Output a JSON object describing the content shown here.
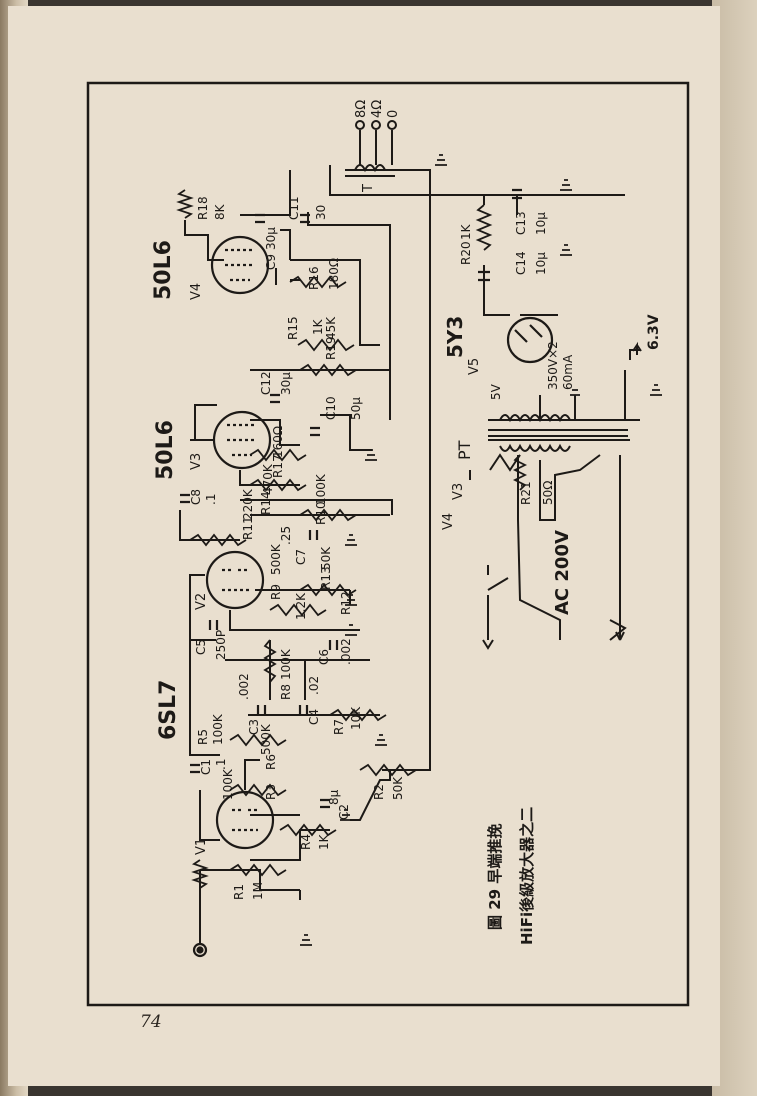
{
  "page": {
    "number": "74"
  },
  "caption": {
    "figure": "圖 29 早端推挽",
    "title": "HiFi後級放大器之二"
  },
  "tubes": {
    "v1": "V1",
    "v2": "V2",
    "v3": "V3",
    "v4": "V4",
    "v5": "V5",
    "type_6sl7": "6SL7",
    "type_50l6_a": "50L6",
    "type_50l6_b": "50L6",
    "type_5y3": "5Y3"
  },
  "output": {
    "t": "T",
    "tap_8": "8Ω",
    "tap_4": "4Ω",
    "tap_0": "0"
  },
  "components": {
    "r1": "R1",
    "r1_val": "1M",
    "r2": "R2",
    "r2_val": "50K",
    "r3": "R3",
    "r3_val": "100K",
    "r4": "R4",
    "r4_val": "1K",
    "r5": "R5",
    "r5_val": "100K",
    "r6": "R6",
    "r6_val": "500K",
    "r7": "R7",
    "r7_val": "10K",
    "r8": "R8",
    "r8_val": "100K",
    "r9": "R9",
    "r9_val": "500K",
    "r10": "R10",
    "r10_val": "100K",
    "r11": "R11",
    "r11_val": "220K",
    "r12": "R12",
    "r12_val": "1.2K",
    "r13": "R13",
    "r13_val": "50K",
    "r14": "R14",
    "r14_val": "470K",
    "r15": "R15",
    "r15_val": "1K",
    "r16": "R16",
    "r16_val": "180Ω",
    "r17": "R17",
    "r17_val": "160Ω",
    "r18": "R18",
    "r18_val": "8K",
    "r19": "R19",
    "r19_val": "45K",
    "r20": "R20",
    "r20_val": "1K",
    "r21": "R21",
    "r21_val": "50Ω",
    "c1": "C1",
    "c1_val": ".1",
    "c2": "C2",
    "c2_val": "8μ",
    "c3": "C3",
    "c3_val": ".002",
    "c4": "C4",
    "c4_val": ".02",
    "c5": "C5",
    "c5_val": "250P",
    "c6": "C6",
    "c6_val": ".002",
    "c7": "C7",
    "c7_val": ".25",
    "c8": "C8",
    "c8_val": ".1",
    "c9": "C9",
    "c9_val": "30μ",
    "c10": "C10",
    "c10_val": "50μ",
    "c11": "C11",
    "c11_val": "30",
    "c12": "C12",
    "c12_val": "30μ",
    "c13": "C13",
    "c13_val": "10μ",
    "c14": "C14",
    "c14_val": "10μ"
  },
  "power": {
    "pt": "PT",
    "v5_label": "5V",
    "hv": "350V×2",
    "current": "60mA",
    "heater": "6.3V",
    "ac": "AC 200V",
    "heater_v3": "V3",
    "heater_v4": "V4"
  }
}
